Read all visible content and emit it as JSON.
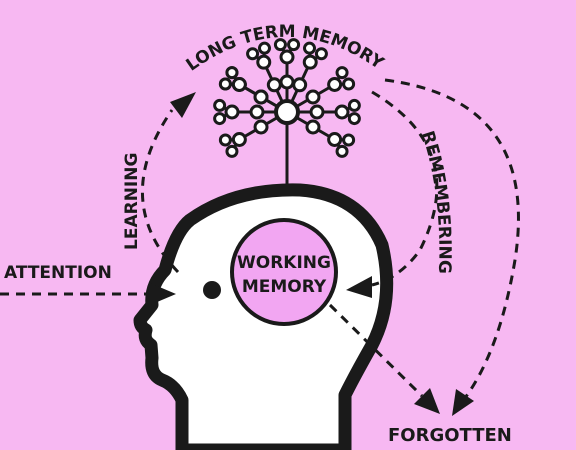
{
  "labels": {
    "long_term_memory": "LONG TERM MEMORY",
    "learning": "LEARNING",
    "remembering": "REMEMBERING",
    "attention": "ATTENTION",
    "working_memory_line1": "WORKING",
    "working_memory_line2": "MEMORY",
    "forgotten": "FORGOTTEN"
  },
  "colors": {
    "background": "#f7b8f2",
    "ink": "#1a1a1a",
    "head_fill": "#ffffff",
    "working_memory_fill": "#f2a6f2"
  },
  "icons": [
    "head-icon",
    "neuron-tree-icon",
    "eye-icon"
  ]
}
